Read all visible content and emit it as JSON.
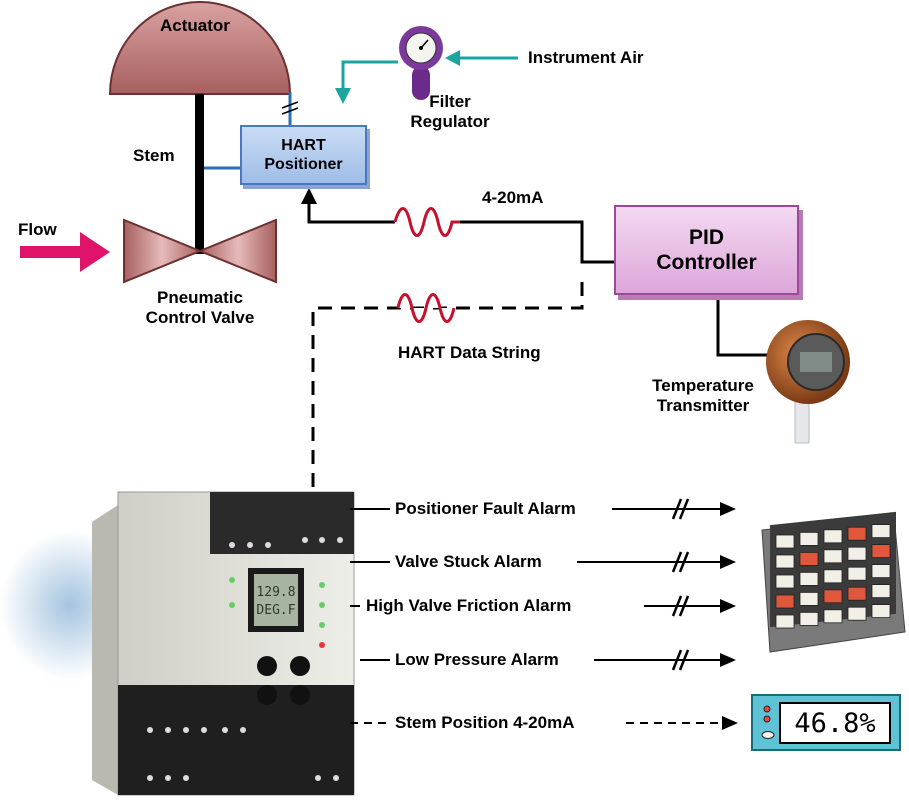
{
  "actuator": {
    "label": "Actuator"
  },
  "stem": {
    "label": "Stem"
  },
  "flow": {
    "label": "Flow"
  },
  "valve": {
    "label_line1": "Pneumatic",
    "label_line2": "Control Valve"
  },
  "positioner": {
    "label_line1": "HART",
    "label_line2": "Positioner"
  },
  "filter_regulator": {
    "label_line1": "Filter",
    "label_line2": "Regulator"
  },
  "instrument_air": {
    "label": "Instrument Air"
  },
  "signal": {
    "label": "4-20mA"
  },
  "pid": {
    "label_line1": "PID",
    "label_line2": "Controller"
  },
  "hart_data": {
    "label": "HART Data String"
  },
  "transmitter": {
    "label_line1": "Temperature",
    "label_line2": "Transmitter"
  },
  "module": {
    "lcd_line1": "129.8",
    "lcd_line2": "DEG.F"
  },
  "outputs": [
    {
      "label": "Positioner Fault Alarm"
    },
    {
      "label": "Valve Stuck Alarm"
    },
    {
      "label": "High Valve Friction Alarm"
    },
    {
      "label": "Low Pressure Alarm"
    },
    {
      "label": "Stem Position 4-20mA"
    }
  ],
  "display": {
    "value": "46.8%"
  },
  "colors": {
    "actuator": "#c98a8a",
    "valve": "#c98a8a",
    "flow_arrow": "#e0136a",
    "air_arrow": "#1aa5a0",
    "hart_wave": "#c8102e",
    "panel_alarm": "#e0573c"
  }
}
